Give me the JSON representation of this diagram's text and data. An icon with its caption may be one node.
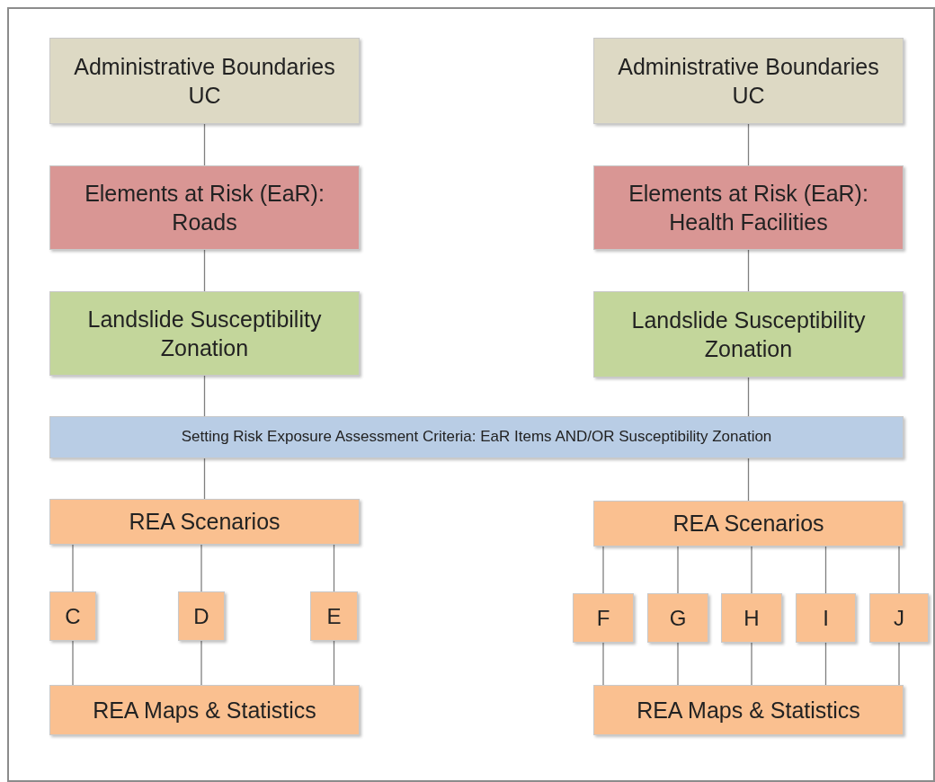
{
  "diagram": {
    "nodes": [
      {
        "text": [
          "Administrative Boundaries UC"
        ]
      },
      {
        "text": [
          "Administrative Boundaries UC"
        ]
      },
      {
        "text": [
          "Elements at Risk (EaR): Roads"
        ]
      },
      {
        "text": [
          "Elements at Risk (EaR): Health Facilities"
        ]
      },
      {
        "text": [
          "Landslide Susceptibility Zonation"
        ]
      },
      {
        "text": [
          "Landslide Susceptibility Zonation"
        ]
      },
      {
        "text": [
          "Setting Risk Exposure Assessment Criteria: EaR Items AND/OR Susceptibility Zonation"
        ]
      },
      {
        "text": [
          "REA Scenarios"
        ]
      },
      {
        "text": [
          "REA Scenarios"
        ]
      },
      {
        "text": [
          "C"
        ]
      },
      {
        "text": [
          "D"
        ]
      },
      {
        "text": [
          "E"
        ]
      },
      {
        "text": [
          "F"
        ]
      },
      {
        "text": [
          "G"
        ]
      },
      {
        "text": [
          "H"
        ]
      },
      {
        "text": [
          "I"
        ]
      },
      {
        "text": [
          "J"
        ]
      },
      {
        "text": [
          "REA Maps & Statistics"
        ]
      },
      {
        "text": [
          "REA Maps & Statistics"
        ]
      }
    ],
    "edges": [
      {
        "from": 0,
        "to": 2,
        "arrow": "none"
      },
      {
        "from": 2,
        "to": 4,
        "arrow": "none"
      },
      {
        "from": 4,
        "to": 6,
        "arrow": "none"
      },
      {
        "from": 1,
        "to": 3,
        "arrow": "none"
      },
      {
        "from": 3,
        "to": 5,
        "arrow": "none"
      },
      {
        "from": 5,
        "to": 6,
        "arrow": "none"
      },
      {
        "from": 6,
        "to": 7,
        "arrow": "none"
      },
      {
        "from": 6,
        "to": 8,
        "arrow": "none"
      },
      {
        "from": 7,
        "to": 9,
        "arrow": "none"
      },
      {
        "from": 7,
        "to": 10,
        "arrow": "none"
      },
      {
        "from": 7,
        "to": 11,
        "arrow": "none"
      },
      {
        "from": 9,
        "to": 17,
        "arrow": "none"
      },
      {
        "from": 10,
        "to": 17,
        "arrow": "none"
      },
      {
        "from": 11,
        "to": 17,
        "arrow": "none"
      },
      {
        "from": 8,
        "to": 12,
        "arrow": "none"
      },
      {
        "from": 8,
        "to": 13,
        "arrow": "none"
      },
      {
        "from": 8,
        "to": 14,
        "arrow": "none"
      },
      {
        "from": 8,
        "to": 15,
        "arrow": "none"
      },
      {
        "from": 8,
        "to": 16,
        "arrow": "none"
      },
      {
        "from": 12,
        "to": 18,
        "arrow": "none"
      },
      {
        "from": 13,
        "to": 18,
        "arrow": "none"
      },
      {
        "from": 14,
        "to": 18,
        "arrow": "none"
      },
      {
        "from": 15,
        "to": 18,
        "arrow": "none"
      },
      {
        "from": 16,
        "to": 18,
        "arrow": "none"
      }
    ]
  }
}
